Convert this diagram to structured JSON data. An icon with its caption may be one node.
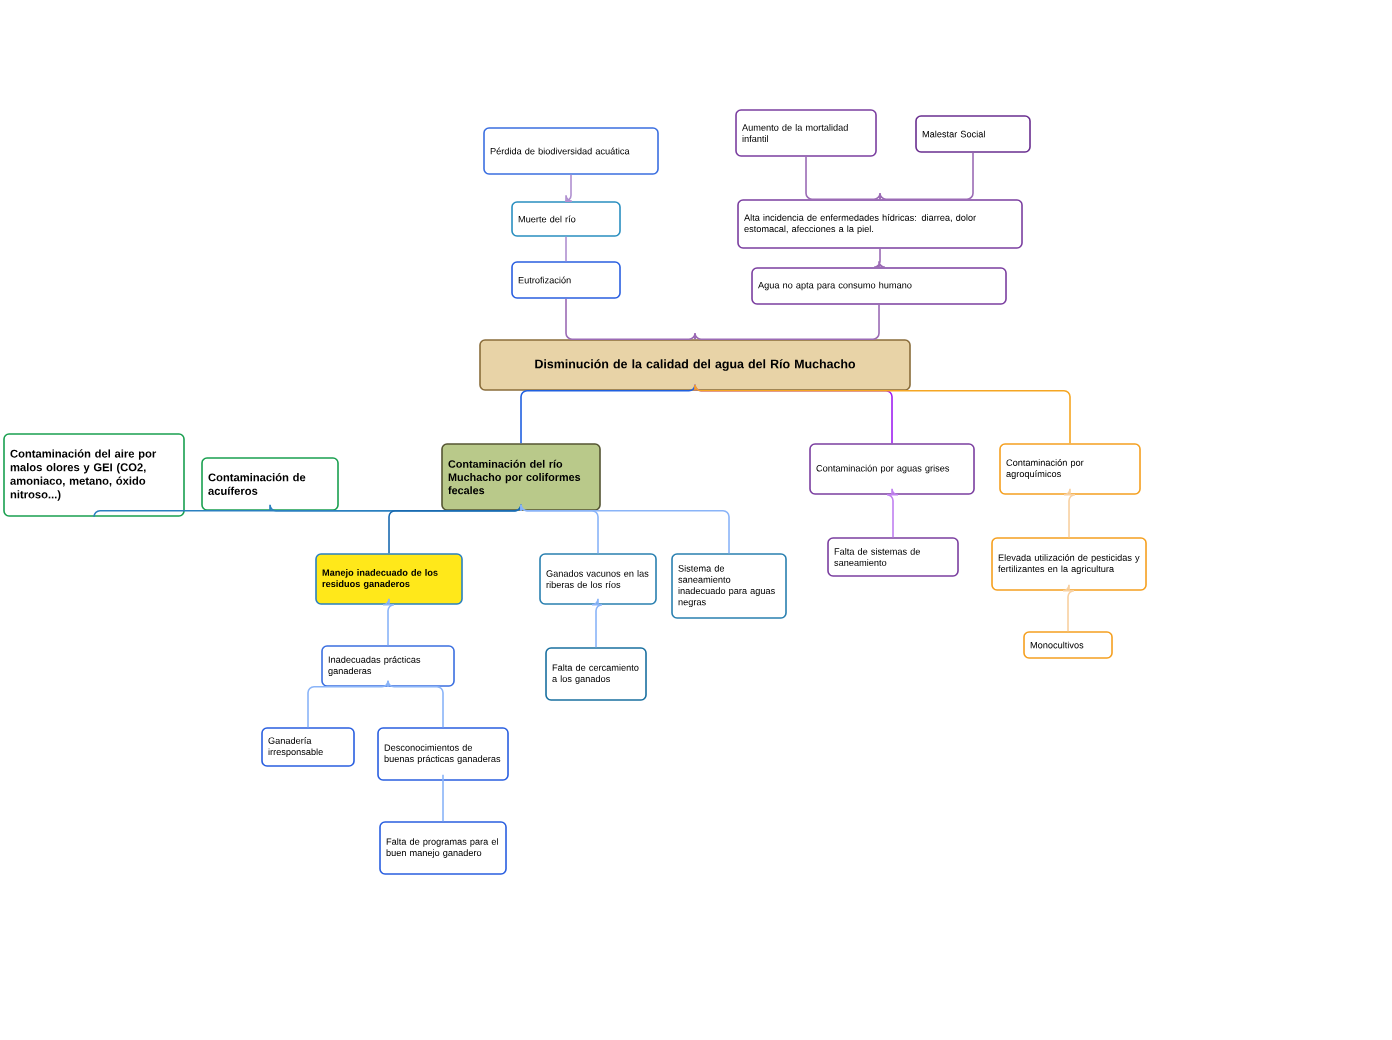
{
  "diagram": {
    "nodes": [
      {
        "text": [
          "Disminución de la calidad del agua del Río Muchacho"
        ]
      },
      {
        "text": [
          "Pérdida de biodiversidad acuática"
        ]
      },
      {
        "text": [
          "Muerte del río"
        ]
      },
      {
        "text": [
          "Eutrofización"
        ]
      },
      {
        "text": [
          "Aumento de la mortalidad infantil"
        ]
      },
      {
        "text": [
          "Malestar Social"
        ]
      },
      {
        "text": [
          "Alta incidencia de enfermedades hídricas: diarrea, dolor estomacal, afecciones a la piel."
        ]
      },
      {
        "text": [
          "Agua no apta para consumo humano"
        ]
      },
      {
        "text": [
          "Contaminación del aire por malos olores y GEI (CO2, amoniaco, metano, óxido nitroso...)"
        ]
      },
      {
        "text": [
          "Contaminación de acuíferos"
        ]
      },
      {
        "text": [
          "Contaminación del río Muchacho por coliformes fecales"
        ]
      },
      {
        "text": [
          "Manejo inadecuado de los residuos ganaderos"
        ]
      },
      {
        "text": [
          "Ganados vacunos en las riberas de los ríos"
        ]
      },
      {
        "text": [
          "Sistema de saneamiento inadecuado para aguas negras"
        ]
      },
      {
        "text": [
          "Inadecuadas prácticas ganaderas"
        ]
      },
      {
        "text": [
          "Ganadería irresponsable"
        ]
      },
      {
        "text": [
          "Desconocimientos de buenas prácticas ganaderas"
        ]
      },
      {
        "text": [
          "Falta de programas para el buen manejo ganadero"
        ]
      },
      {
        "text": [
          "Falta de cercamiento a los ganados"
        ]
      },
      {
        "text": [
          "Contaminación por aguas grises"
        ]
      },
      {
        "text": [
          "Falta de sistemas de saneamiento"
        ]
      },
      {
        "text": [
          "Contaminación por agroquímicos"
        ]
      },
      {
        "text": [
          "Elevada utilización de pesticidas y fertilizantes en la agricultura"
        ]
      },
      {
        "text": [
          "Monocultivos"
        ]
      }
    ],
    "edges": [
      {
        "from": 0,
        "to": 3,
        "arrow": "none",
        "color": "#9b6bb5"
      },
      {
        "from": 3,
        "to": 2,
        "arrow": "none",
        "color": "#b090d0"
      },
      {
        "from": 2,
        "to": 1,
        "arrow": "none",
        "color": "#b090d0"
      },
      {
        "from": 0,
        "to": 7,
        "arrow": "none",
        "color": "#9b6bb5"
      },
      {
        "from": 7,
        "to": 6,
        "arrow": "none",
        "color": "#9b6bb5"
      },
      {
        "from": 6,
        "to": 4,
        "arrow": "none",
        "color": "#9b6bb5"
      },
      {
        "from": 6,
        "to": 5,
        "arrow": "none",
        "color": "#9b6bb5"
      },
      {
        "from": 0,
        "to": 10,
        "arrow": "none",
        "color": "#2060e0"
      },
      {
        "from": 0,
        "to": 19,
        "arrow": "none",
        "color": "#a020f0"
      },
      {
        "from": 0,
        "to": 21,
        "arrow": "none",
        "color": "#f5a623"
      },
      {
        "from": 10,
        "to": 8,
        "arrow": "none",
        "color": "#2a80c0"
      },
      {
        "from": 10,
        "to": 9,
        "arrow": "none",
        "color": "#2a80c0"
      },
      {
        "from": 10,
        "to": 11,
        "arrow": "none",
        "color": "#1a6ab0"
      },
      {
        "from": 10,
        "to": 12,
        "arrow": "none"
      },
      {
        "from": 10,
        "to": 13,
        "arrow": "none"
      },
      {
        "from": 11,
        "to": 14,
        "arrow": "none"
      },
      {
        "from": 14,
        "to": 15,
        "arrow": "none"
      },
      {
        "from": 14,
        "to": 16,
        "arrow": "none"
      },
      {
        "from": 16,
        "to": 17,
        "arrow": "none"
      },
      {
        "from": 12,
        "to": 18,
        "arrow": "none"
      },
      {
        "from": 19,
        "to": 20,
        "arrow": "none",
        "color": "#c080f0"
      },
      {
        "from": 21,
        "to": 22,
        "arrow": "none",
        "color": "#f8d0a0"
      },
      {
        "from": 22,
        "to": 23,
        "arrow": "none",
        "color": "#f8d0a0"
      }
    ]
  }
}
